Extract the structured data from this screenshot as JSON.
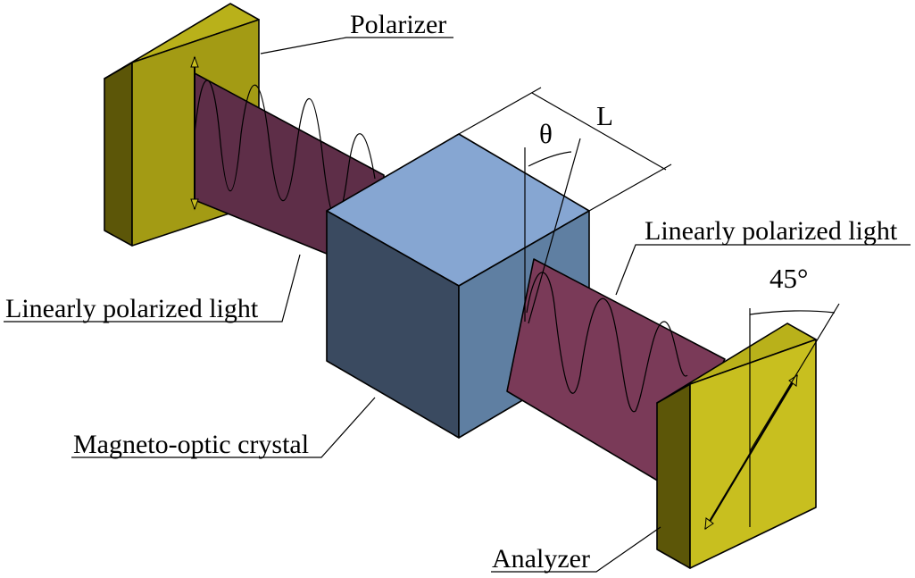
{
  "labels": {
    "polarizer": "Polarizer",
    "light_in": "Linearly polarized light",
    "light_out": "Linearly polarized light",
    "crystal": "Magneto-optic crystal",
    "analyzer": "Analyzer",
    "length": "L",
    "rotation": "θ",
    "analyzer_angle": "45°"
  },
  "colors": {
    "polarizer_front": "#C8BF1F",
    "polarizer_side": "#A39B14",
    "polarizer_edge": "#5C5608",
    "beam": "#7A3A58",
    "beam_dark": "#5E2E48",
    "crystal_top": "#86A6D2",
    "crystal_front": "#3A4A60",
    "crystal_right": "#5F7FA2"
  }
}
